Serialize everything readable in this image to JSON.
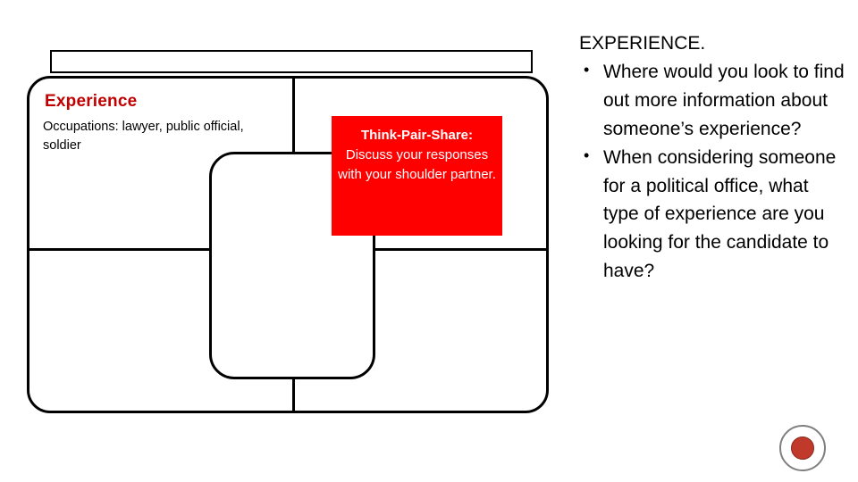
{
  "diagram": {
    "experience_heading": "Experience",
    "experience_detail": "Occupations: lawyer, public official, soldier"
  },
  "callout": {
    "title": "Think-Pair-Share:",
    "body": "Discuss your responses with your shoulder partner."
  },
  "right_panel": {
    "lead": "EXPERIENCE.",
    "bullets": [
      {
        "marker": "•",
        "text": "Where would you look to find out more information about someone’s experience?"
      },
      {
        "marker": "•",
        "text": "When considering someone for a political office, what type of experience are you looking for the candidate to have?"
      }
    ]
  },
  "emblem": {
    "label": "seal-emblem"
  },
  "colors": {
    "accent_red": "#ff0000",
    "heading_red": "#c00000",
    "emblem_fill": "#c0392b",
    "outline": "#000000"
  }
}
